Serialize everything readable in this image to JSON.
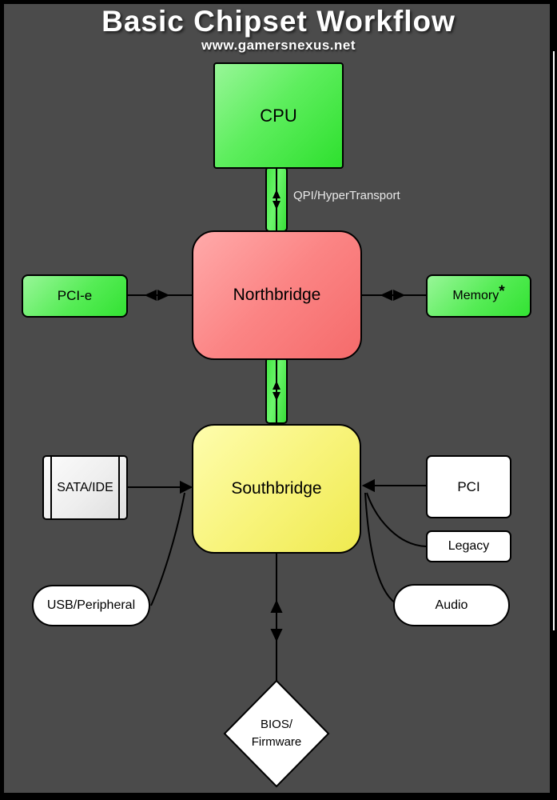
{
  "header": {
    "title": "Basic Chipset Workflow",
    "subtitle": "www.gamersnexus.net"
  },
  "nodes": {
    "cpu": {
      "label": "CPU"
    },
    "northbridge": {
      "label": "Northbridge"
    },
    "southbridge": {
      "label": "Southbridge"
    },
    "pci_e": {
      "label": "PCI-e"
    },
    "memory": {
      "label": "Memory",
      "footnote_marker": "*"
    },
    "sata_ide": {
      "label": "SATA/IDE"
    },
    "pci": {
      "label": "PCI"
    },
    "legacy": {
      "label": "Legacy"
    },
    "usb_peripheral": {
      "label": "USB/Peripheral"
    },
    "audio": {
      "label": "Audio"
    },
    "bios_firmware": {
      "label_line1": "BIOS/",
      "label_line2": "Firmware"
    }
  },
  "connections": {
    "cpu_northbridge_label": "QPI/HyperTransport"
  },
  "colors": {
    "background": "#4b4b4b",
    "frame_border": "#000000",
    "green_node": "#33e233",
    "green_node_light": "#98f698",
    "northbridge_red": "#f56b6b",
    "northbridge_red_light": "#ffaaaa",
    "southbridge_yellow": "#efea50",
    "southbridge_yellow_light": "#fefdad",
    "white_node": "#ffffff",
    "connector_line": "#000000",
    "title_text": "#ffffff",
    "bus_label_text": "#e9e9e9",
    "node_text": "#000000"
  }
}
